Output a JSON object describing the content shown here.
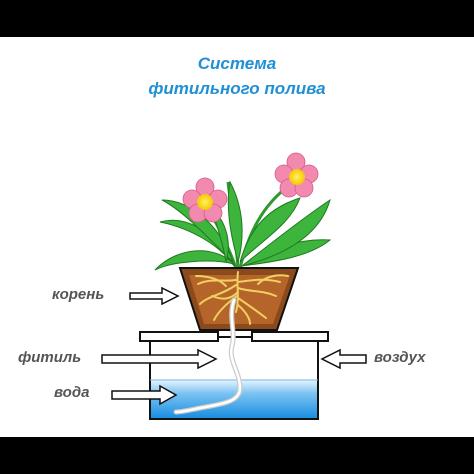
{
  "title": {
    "line1": "Система",
    "line2": "фитильного полива"
  },
  "labels": {
    "root": "корень",
    "wick": "фитиль",
    "water": "вода",
    "air": "воздух"
  },
  "colors": {
    "title": "#1f8fd6",
    "pot": "#c26a2c",
    "soil": "#8b4a1c",
    "roots": "#f0d060",
    "leaf": "#3db53d",
    "petal": "#f28ab0",
    "flower_center": "#f5d000",
    "water_top": "#ffffff",
    "water_bottom": "#1a8fe0",
    "label_text": "#555555"
  }
}
